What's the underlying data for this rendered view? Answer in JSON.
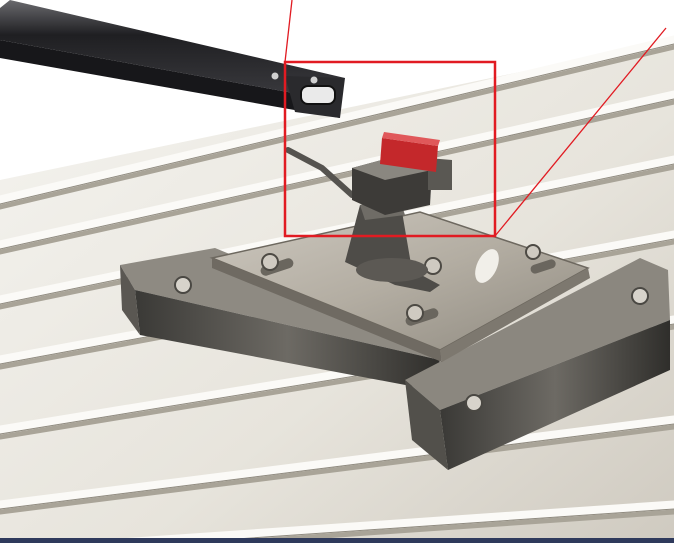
{
  "image": {
    "subject": "rendered-3d-model",
    "colors": {
      "background": "#ffffff",
      "roof_light": "#f1efe9",
      "roof_mid": "#d8d4cb",
      "roof_shadow": "#9c988e",
      "rail_dark": "#2b2b2d",
      "plate_metal": "#b9b4aa",
      "bracket_dark": "#4e4c48",
      "clip_red": "#c4282b",
      "highlight_frame": "#e11b22",
      "bottom_bar": "#2f3a5c"
    },
    "elements": [
      "corrugated-metal-roof",
      "aluminium-rail",
      "mounting-plate",
      "seam-clamp-left",
      "seam-clamp-right",
      "tilt-bracket",
      "rail-clamp",
      "red-clip",
      "highlight-frame",
      "callout-lines"
    ]
  }
}
